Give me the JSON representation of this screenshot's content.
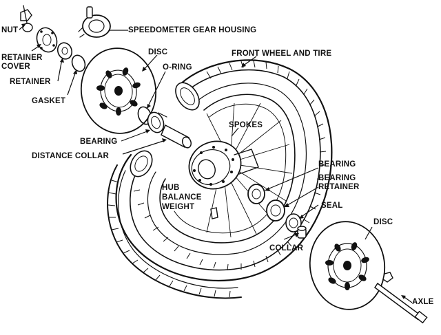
{
  "labels": {
    "nut": "NUT",
    "speedometer_gear_housing": "SPEEDOMETER GEAR HOUSING",
    "retainer_cover_line1": "RETAINER",
    "retainer_cover_line2": "COVER",
    "retainer": "RETAINER",
    "gasket": "GASKET",
    "disc_top": "DISC",
    "o_ring": "O-RING",
    "front_wheel_and_tire": "FRONT WHEEL AND TIRE",
    "spokes": "SPOKES",
    "bearing_left": "BEARING",
    "distance_collar": "DISTANCE COLLAR",
    "bearing_right": "BEARING",
    "bearing_retainer_line1": "BEARING",
    "bearing_retainer_line2": "RETAINER",
    "hub_balance_weight_line1": "HUB",
    "hub_balance_weight_line2": "BALANCE",
    "hub_balance_weight_line3": "WEIGHT",
    "seal": "SEAL",
    "disc_bottom": "DISC",
    "collar": "COLLAR",
    "axle": "AXLE"
  }
}
